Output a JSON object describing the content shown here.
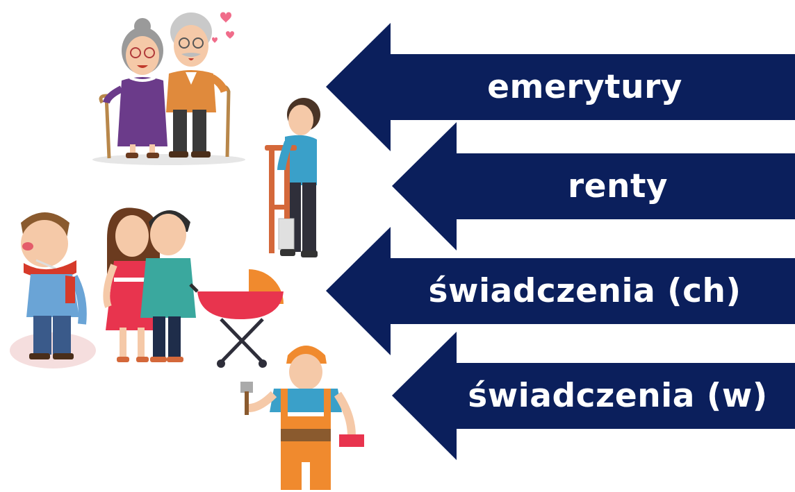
{
  "arrows": [
    {
      "label": "emerytury"
    },
    {
      "label": "renty"
    },
    {
      "label": "świadczenia (ch)"
    },
    {
      "label": "świadczenia (w)"
    }
  ],
  "colors": {
    "arrow": "#0b1f5c",
    "label": "#ffffff"
  },
  "illustrations": [
    {
      "icon": "elderly-couple-icon"
    },
    {
      "icon": "person-on-crutch-icon"
    },
    {
      "icon": "sick-man-icon"
    },
    {
      "icon": "young-family-with-pram-icon"
    },
    {
      "icon": "construction-worker-icon"
    }
  ]
}
